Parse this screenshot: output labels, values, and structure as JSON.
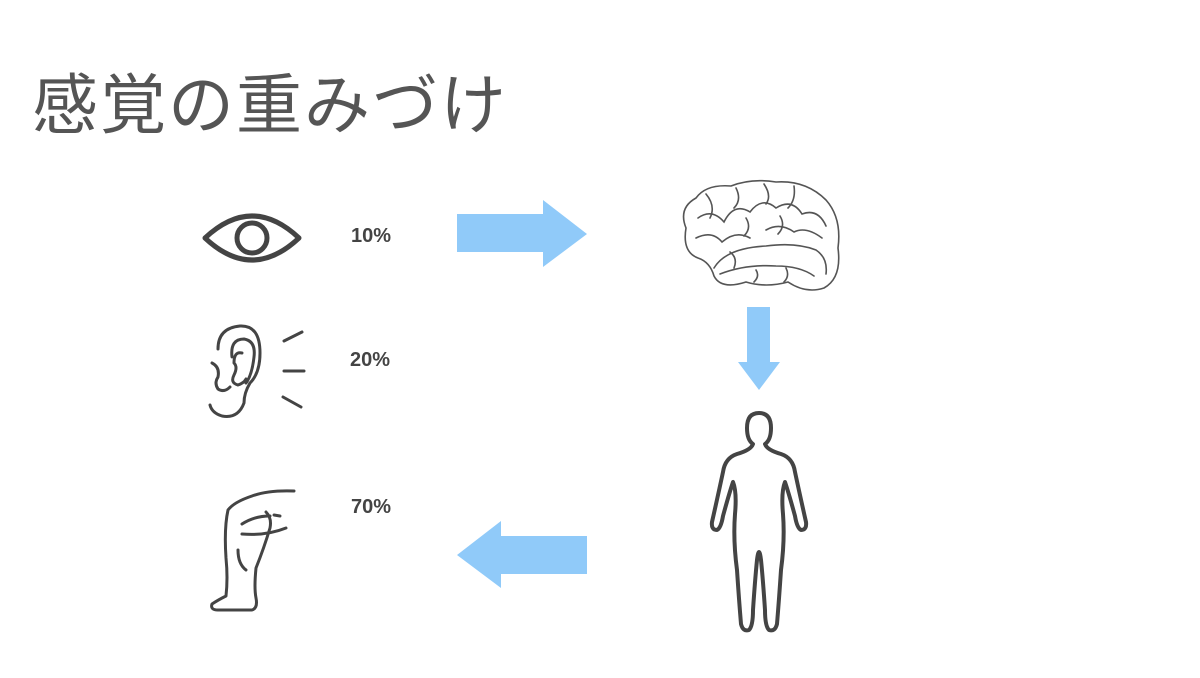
{
  "title": "感覚の重みづけ",
  "senses": [
    {
      "icon": "eye-icon",
      "percent": "10%"
    },
    {
      "icon": "ear-icon",
      "percent": "20%"
    },
    {
      "icon": "leg-icon",
      "percent": "70%"
    }
  ],
  "colors": {
    "arrow": "#90CAF9",
    "icon": "#444444",
    "title": "#555555"
  }
}
